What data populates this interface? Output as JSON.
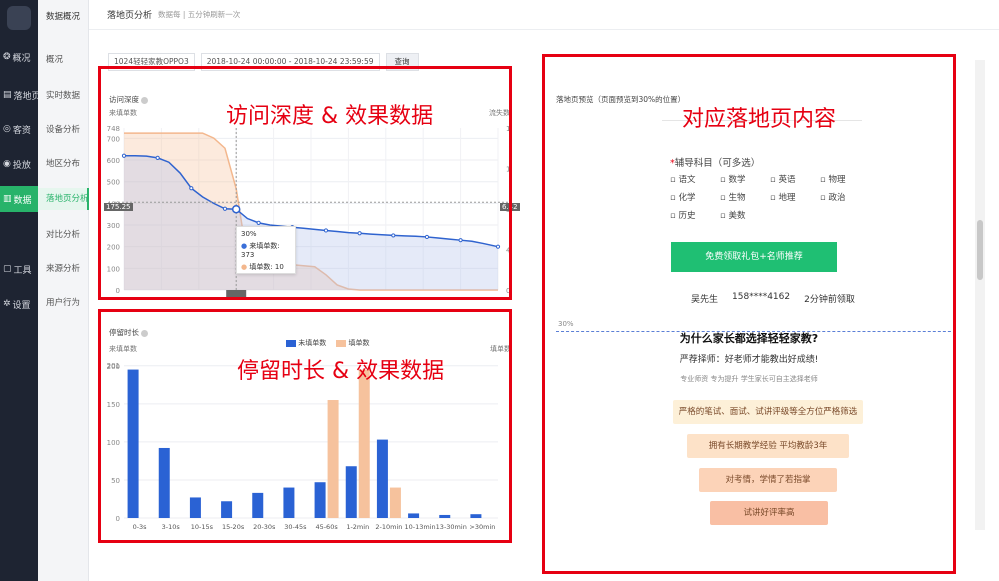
{
  "rail": {
    "items": [
      {
        "icon": "❂",
        "label": "概况"
      },
      {
        "icon": "▤",
        "label": "落地页"
      },
      {
        "icon": "◎",
        "label": "客资"
      },
      {
        "icon": "◉",
        "label": "投放"
      },
      {
        "icon": "▥",
        "label": "数据"
      },
      {
        "icon": "▢",
        "label": "工具"
      },
      {
        "icon": "✲",
        "label": "设置"
      }
    ]
  },
  "subnav": {
    "header": "数据概况",
    "items": [
      "概况",
      "实时数据",
      "设备分析",
      "地区分布",
      "落地页分析",
      "对比分析",
      "来源分析",
      "用户行为"
    ]
  },
  "topbar": {
    "title": "落地页分析",
    "note": "数据每 | 五分钟刷新一次"
  },
  "filter": {
    "page": "1024轻轻家教OPPO3",
    "daterange": "2018-10-24 00:00:00 - 2018-10-24 23:59:59",
    "query": "查询"
  },
  "overlay_labels": {
    "depth": "访问深度 & 效果数据",
    "dwell": "停留时长 & 效果数据",
    "content": "对应落地页内容"
  },
  "depth_chart": {
    "title": "访问深度",
    "left_unit": "来填单数",
    "right_unit": "流失数",
    "yticks": [
      "748",
      "700",
      "600",
      "500",
      "400",
      "300",
      "200",
      "100",
      "0"
    ],
    "right_ticks": [
      "1",
      "1",
      "3",
      "4",
      "0"
    ],
    "marker_left": "175.25",
    "marker_right": "6.42",
    "tooltip": {
      "pct": "30%",
      "row1": "来填单数: 373",
      "row2": "填单数: 10"
    }
  },
  "dwell_chart": {
    "title": "停留时长",
    "left_unit": "来填单数",
    "right_unit": "填单数",
    "legend": [
      "未填单数",
      "填单数"
    ],
    "yticks": [
      "201",
      "200",
      "150",
      "100",
      "50",
      "0"
    ]
  },
  "preview": {
    "title": "落地页预览（页面预览到30%的位置）",
    "form_title": "辅导科目（可多选）",
    "subjects": [
      "语文",
      "数学",
      "英语",
      "物理",
      "化学",
      "生物",
      "地理",
      "政治",
      "历史",
      "美数"
    ],
    "cta": "免费领取礼包+名师推荐",
    "claim_name": "吴先生",
    "claim_phone": "158****4162",
    "claim_time": "2分钟前领取",
    "pct": "30%",
    "why_title": "为什么家长都选择轻轻家教?",
    "why_sub": "严荐择师：好老师才能教出好成绩!",
    "why_small": "专业师资 专为提升 学生家长可自主选择老师",
    "pills": [
      "严格的笔试、面试、试讲评级等全方位严格筛选",
      "拥有长期教学经验 平均教龄3年",
      "对考情，学情了若指掌",
      "试讲好评率高"
    ]
  },
  "chart_data": [
    {
      "type": "line",
      "title": "访问深度",
      "x": [
        0,
        0.03,
        0.06,
        0.09,
        0.12,
        0.15,
        0.18,
        0.21,
        0.24,
        0.27,
        0.3,
        0.33,
        0.36,
        0.39,
        0.42,
        0.45,
        0.48,
        0.51,
        0.54,
        0.57,
        0.6,
        0.63,
        0.66,
        0.69,
        0.72,
        0.75,
        0.78,
        0.81,
        0.84,
        0.87,
        0.9,
        0.93,
        0.96,
        1.0
      ],
      "series": [
        {
          "name": "来填单数",
          "values": [
            620,
            620,
            618,
            610,
            590,
            540,
            470,
            430,
            400,
            375,
            373,
            330,
            310,
            300,
            295,
            290,
            285,
            280,
            275,
            270,
            265,
            262,
            258,
            255,
            252,
            250,
            248,
            245,
            240,
            235,
            230,
            225,
            215,
            200
          ]
        },
        {
          "name": "填单数",
          "values": [
            15.5,
            15.5,
            15.5,
            15.5,
            15.5,
            15.5,
            15.5,
            15.5,
            15,
            14,
            10,
            3,
            2.5,
            2.5,
            2.5,
            2.5,
            2.4,
            2.3,
            1.5,
            0.5,
            0.1,
            0,
            0,
            0,
            0,
            0,
            0,
            0,
            0,
            0,
            0,
            0,
            0,
            0
          ]
        }
      ],
      "ylim": [
        0,
        748
      ]
    },
    {
      "type": "bar",
      "title": "停留时长",
      "categories": [
        "0-3s",
        "3-10s",
        "10-15s",
        "15-20s",
        "20-30s",
        "30-45s",
        "45-60s",
        "1-2min",
        "2-10min",
        "10-13min",
        "13-30min",
        ">30min"
      ],
      "series": [
        {
          "name": "未填单数",
          "values": [
            195,
            92,
            27,
            22,
            33,
            40,
            47,
            68,
            103,
            6,
            4,
            5
          ]
        },
        {
          "name": "填单数",
          "values": [
            0,
            0,
            0,
            0,
            0,
            0,
            155,
            195,
            40,
            0,
            0,
            0
          ]
        }
      ],
      "ylim": [
        0,
        201
      ]
    }
  ]
}
